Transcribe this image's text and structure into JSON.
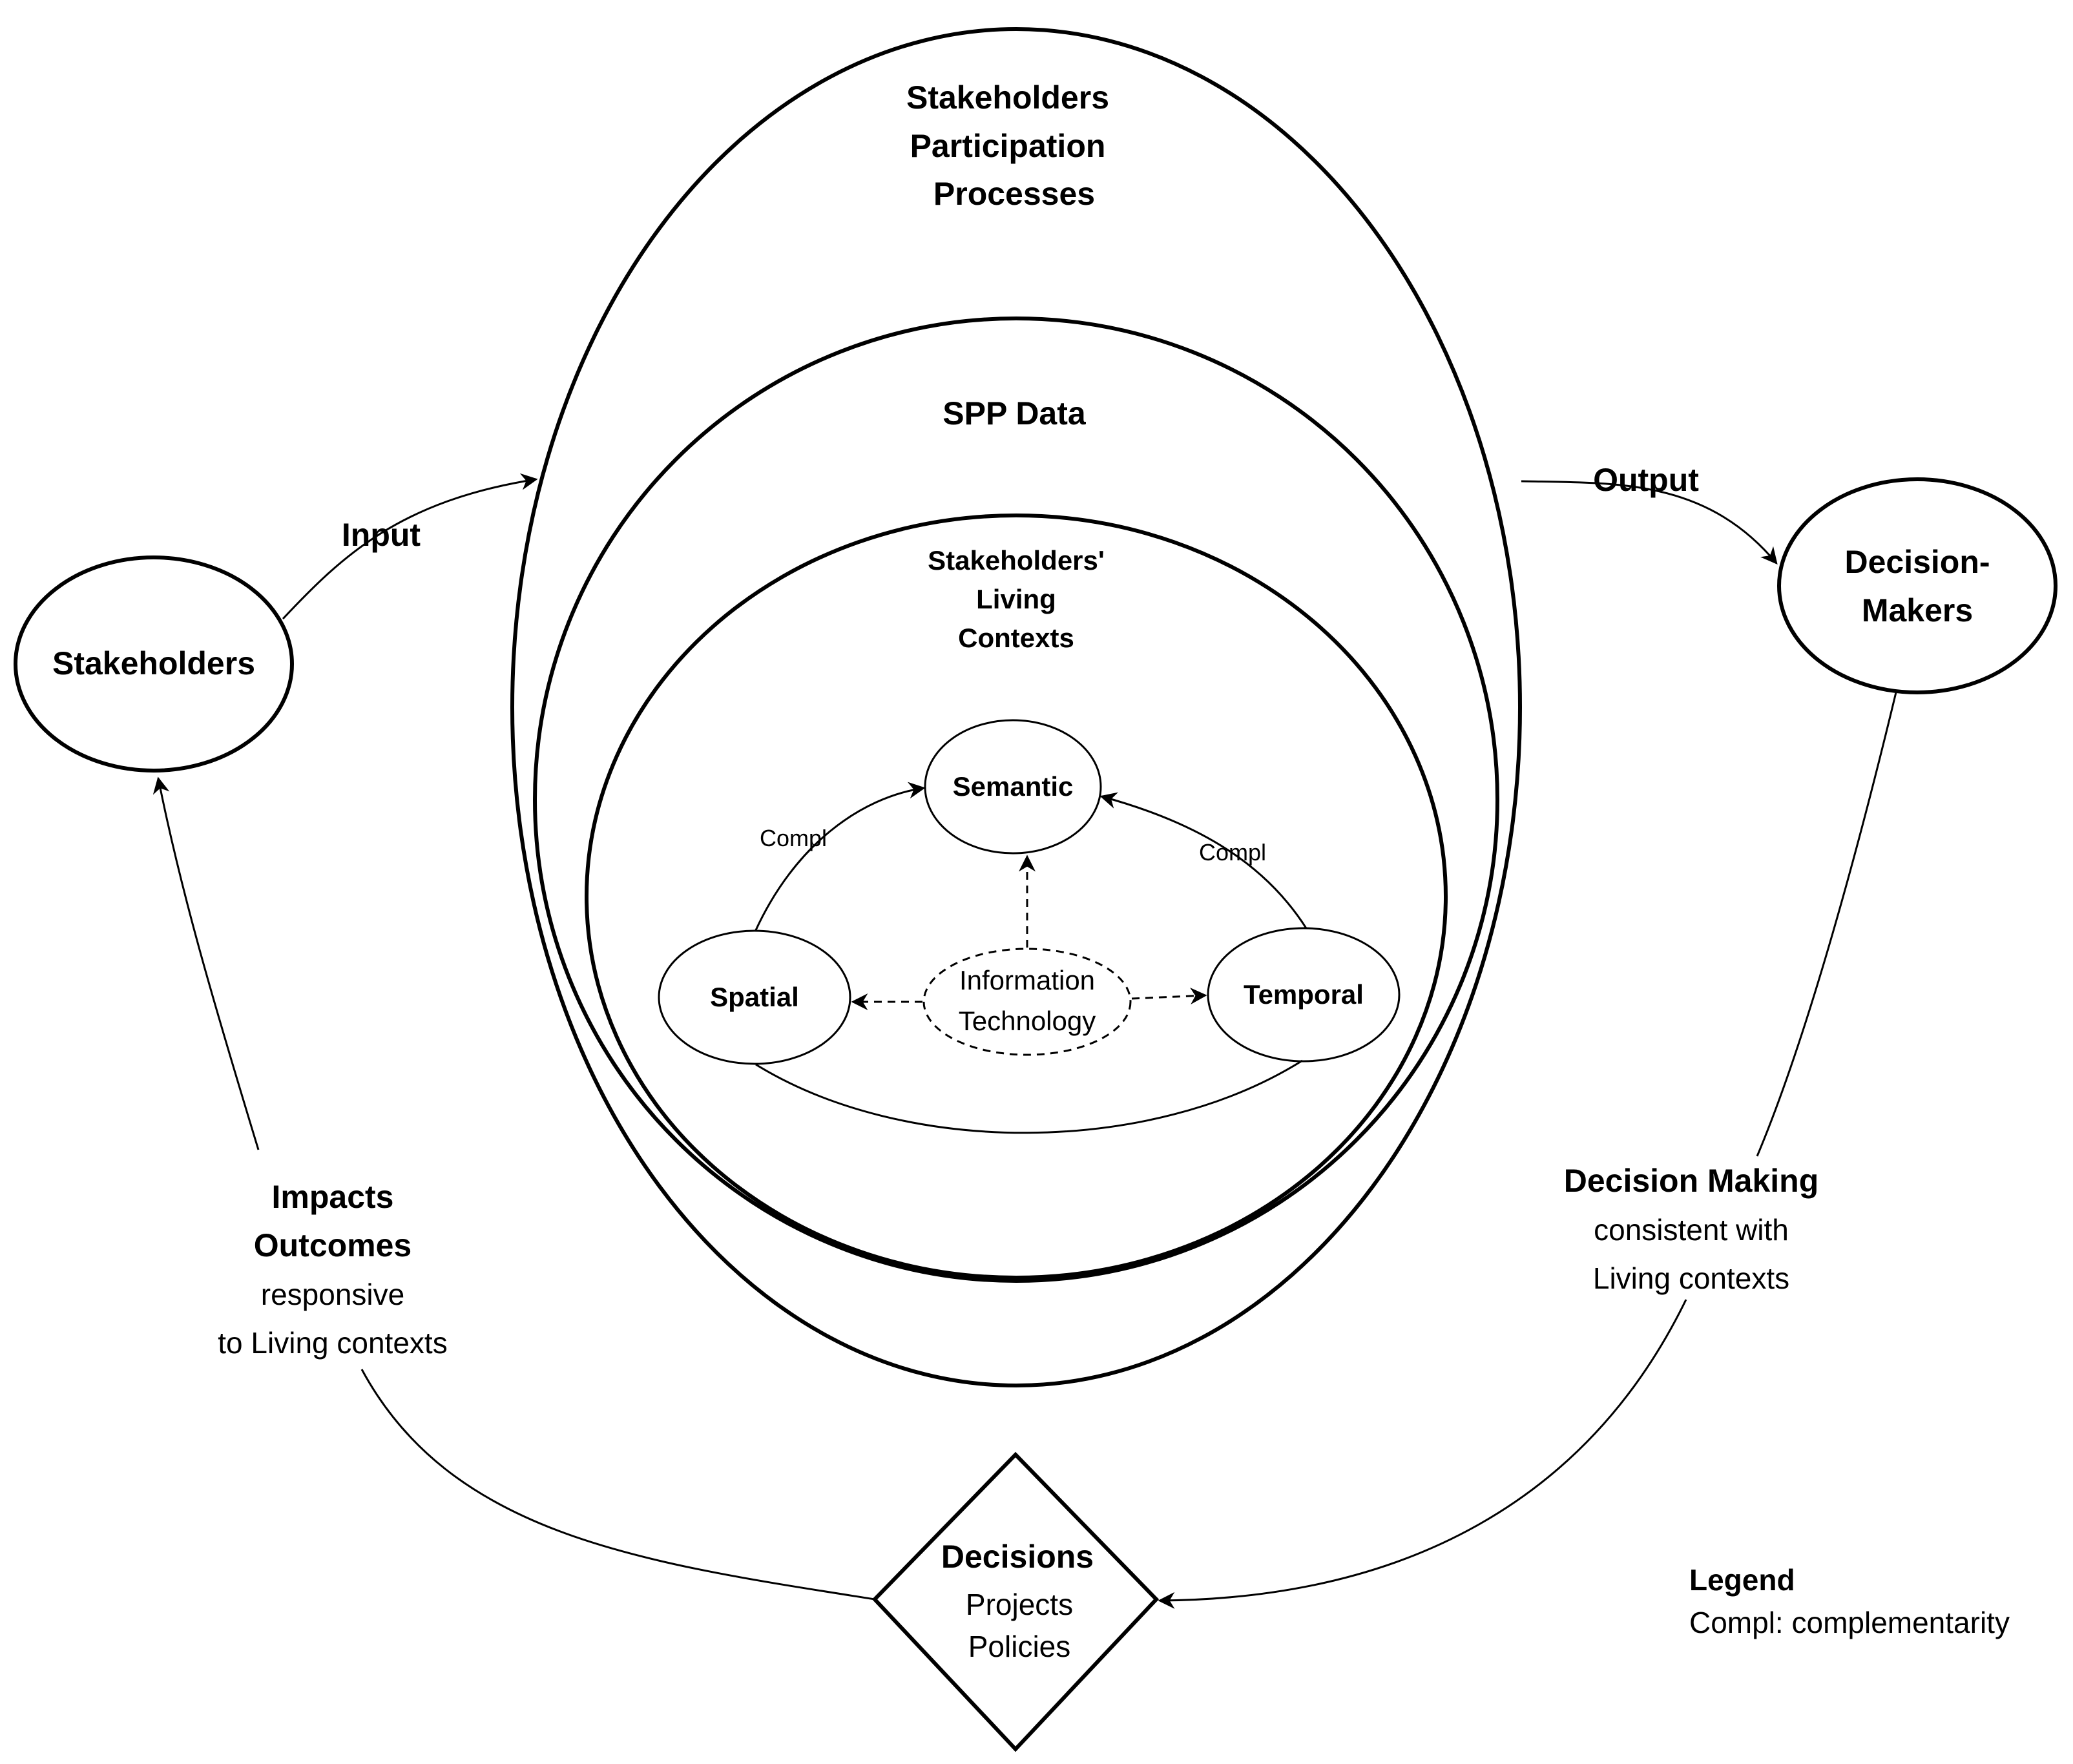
{
  "outer": {
    "title": [
      "Stakeholders",
      "Participation",
      "Processes"
    ]
  },
  "spp_data": {
    "title": "SPP Data"
  },
  "living": {
    "title": [
      "Stakeholders'",
      "Living",
      "Contexts"
    ]
  },
  "nodes": {
    "semantic": "Semantic",
    "spatial": "Spatial",
    "temporal": "Temporal",
    "it": [
      "Information",
      "Technology"
    ],
    "stakeholders": "Stakeholders",
    "decision_makers": [
      "Decision-",
      "Makers"
    ]
  },
  "relations": {
    "compl_left": "Compl",
    "compl_right": "Compl",
    "input": "Input",
    "output": "Output"
  },
  "impacts": {
    "heading": [
      "Impacts",
      "Outcomes"
    ],
    "sub": [
      "responsive",
      "to Living contexts"
    ]
  },
  "decision_making": {
    "heading": "Decision Making",
    "sub": [
      "consistent with",
      "Living contexts"
    ]
  },
  "decisions": {
    "heading": "Decisions",
    "sub": [
      "Projects",
      "Policies"
    ]
  },
  "legend": {
    "title": "Legend",
    "text": "Compl: complementarity"
  }
}
